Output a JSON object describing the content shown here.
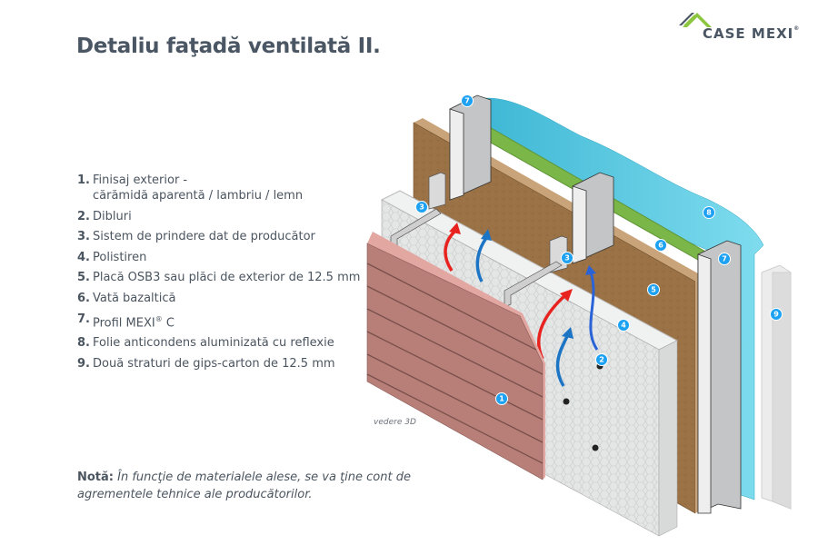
{
  "header": {
    "title": "Detaliu faţadă ventilată II."
  },
  "logo": {
    "brand": "CASE MEXI",
    "registered": "®",
    "colors": {
      "roof_green": "#8cc63f",
      "roof_dark": "#4a5663",
      "text": "#4a5663"
    }
  },
  "legend": {
    "items": [
      {
        "number": "1.",
        "label": "Finisaj exterior -\ncărămidă aparentă / lambriu / lemn"
      },
      {
        "number": "2.",
        "label": "Dibluri"
      },
      {
        "number": "3.",
        "label": "Sistem de prindere dat de producător"
      },
      {
        "number": "4.",
        "label": "Polistiren"
      },
      {
        "number": "5.",
        "label": "Placă OSB3 sau plăci de exterior de 12.5 mm"
      },
      {
        "number": "6.",
        "label": "Vată bazaltică"
      },
      {
        "number": "7.",
        "label": "Profil MEXI",
        "suffix_sup": "®",
        "suffix": " C"
      },
      {
        "number": "8.",
        "label": "Folie anticondens aluminizată cu reflexie"
      },
      {
        "number": "9.",
        "label": "Două straturi de gips-carton de 12.5 mm"
      }
    ]
  },
  "diagram": {
    "caption": "vedere 3D",
    "badges": [
      "1",
      "2",
      "3",
      "3",
      "4",
      "5",
      "6",
      "7",
      "7",
      "8",
      "9"
    ],
    "colors": {
      "badge": "#1da1f2",
      "cladding": "#b77f78",
      "polystyrene": "#e4e6e6",
      "osb": "#9b7245",
      "wool": "#7ab648",
      "foil": "#4cc3dc",
      "profile": "#d9dadb",
      "gypsum": "#ececec",
      "warm_arrow": "#e8231f",
      "cool_arrow": "#1c74c4"
    }
  },
  "note": {
    "label": "Notă:",
    "text": "În funcţie de materialele alese, se va ţine cont de agrementele tehnice ale producătorilor."
  }
}
